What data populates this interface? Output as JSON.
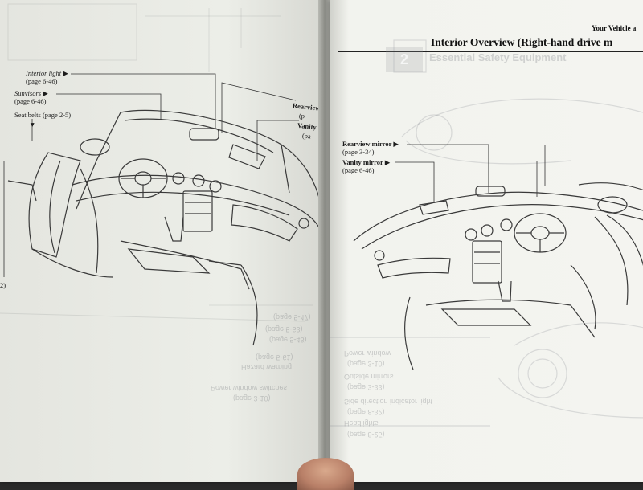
{
  "left_page": {
    "labels": {
      "interior_light": "Interior light",
      "interior_light_page": "(page 6-46)",
      "sunvisors": "Sunvisors",
      "sunvisors_page": "(page 6-46)",
      "seat_belts": "Seat belts (page 2-5)",
      "rearview_partial": "Rearview",
      "vanity_partial": "Vanity",
      "page_partial_1": "(p",
      "page_partial_2": "(pa",
      "edge_mark": "2)"
    },
    "ghost_text": [
      "Power window switches",
      "(page 3-10)",
      "Hazard warning",
      "(page 5-61)",
      "(page 5-63)",
      "(page 5-46)",
      "(page 5-47)"
    ]
  },
  "right_page": {
    "header": "Your Vehicle a",
    "title": "Interior Overview (Right-hand drive m",
    "chapter_number": "2",
    "ghost_heading": "Essential Safety Equipment",
    "labels": {
      "rearview_mirror": "Rearview mirror",
      "rearview_mirror_page": "(page 3-34)",
      "vanity_mirror": "Vanity mirror",
      "vanity_mirror_page": "(page 6-46)"
    },
    "ghost_text": [
      "Power window",
      "(page 3-10)",
      "Outside mirrors",
      "(page 3-33)",
      "Side direction indicator light",
      "(page 8-32)",
      "Headlights",
      "(page 8-25)"
    ]
  }
}
